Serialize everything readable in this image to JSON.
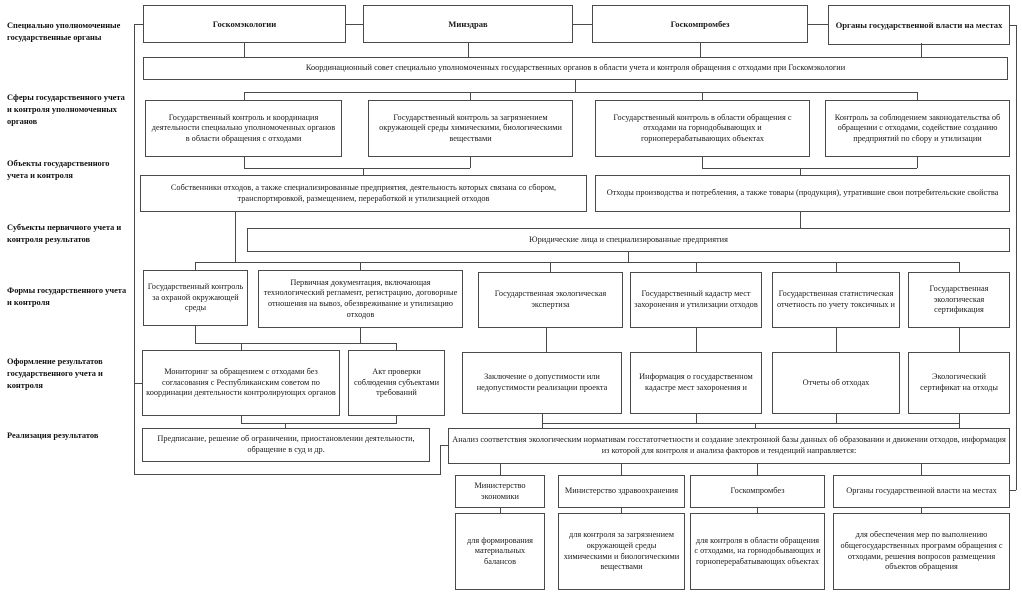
{
  "sidebar": {
    "labels": [
      "Специально уполномоченные государственные органы",
      "Сферы государствен­ного учета и контроля уполномоченных органов",
      "Объекты государст­венного учета и контроля",
      "Субъекты первичного учета и контроля результатов",
      "Формы государствен­ного учета и контроля",
      "Оформление результатов государственного учета и контроля",
      "Реализация результатов"
    ]
  },
  "agencies": [
    "Госкомэкологии",
    "Минздрав",
    "Госкомпромбез",
    "Органы государственной власти на местах"
  ],
  "council": "Координационный совет специально уполномоченных государственных органов в области учета и контроля обращения с отходами при Госкомэкологии",
  "spheres": [
    "Государственный контроль и координация деятельности специально уполномоченных органов в области обращения с отходами",
    "Государственный контроль за загрязнением окружающей среды химическими, биологическими веществами",
    "Государственный контроль в области обращения с отходами на горнодобывающих и горноперерабатывающих объектах",
    "Контроль за соблюдением законодательства об обращении с отходами, содействие созданию предприятий по сбору и утилизации"
  ],
  "objects": [
    "Собственники отходов, а также специализированные предприятия, деятельность которых связана со сбором, транспортировкой, размещением, переработкой и утилизацией отходов",
    "Отходы производства и потребления, а также товары (продукция), утратившие свои потребительские свойства"
  ],
  "subjects": "Юридические лица и специализированные предприятия",
  "forms": [
    "Государственный контроль за охраной окружающей среды",
    "Первичная документация, включающая технологический регламент, регистрацию, договорные отношения на вывоз, обезвреживание и утилизацию отходов",
    "Государственная экологическая экспертиза",
    "Государственный кадастр мест захоронения и утилизации отходов",
    "Государственная статистическая отчетность по учету токсичных и",
    "Государственная экологическая сертификация"
  ],
  "results": [
    "Мониторинг за обращением с отходами без согласования с Республиканским советом по координации деятельности контролирующих органов",
    "Акт проверки соблюдения субъектами требований",
    "Заключение о допустимости или недопустимости реализации проекта",
    "Информация о государственном кадастре мест захоронения и",
    "Отчеты об отходах",
    "Экологический сертификат на отходы"
  ],
  "implementation": {
    "prescription": "Предписание, решение об ограничении, приостановлении деятельности, обращение в суд и др.",
    "analysis": "Анализ соответствия экологическим нормативам госстатотчетности и создание электронной базы данных об образовании и движении отходов, информация из которой для контроля и анализа факторов и тенденций направляется:"
  },
  "recipients": [
    {
      "name": "Министерство экономики",
      "purpose": "для формирования материальных балансов"
    },
    {
      "name": "Министерство здравоохранения",
      "purpose": "для контроля за загрязнением окружающей среды химическими и биологическими веществами"
    },
    {
      "name": "Госкомпромбез",
      "purpose": "для контроля в области обращения с отходами, на горнодобывающих и горноперерабатывающих объектах"
    },
    {
      "name": "Органы государственной власти на местах",
      "purpose": "для обеспечения мер по выполнению общегосударственных программ обращения с отходами, решения вопросов размещения объектов обращения"
    }
  ]
}
